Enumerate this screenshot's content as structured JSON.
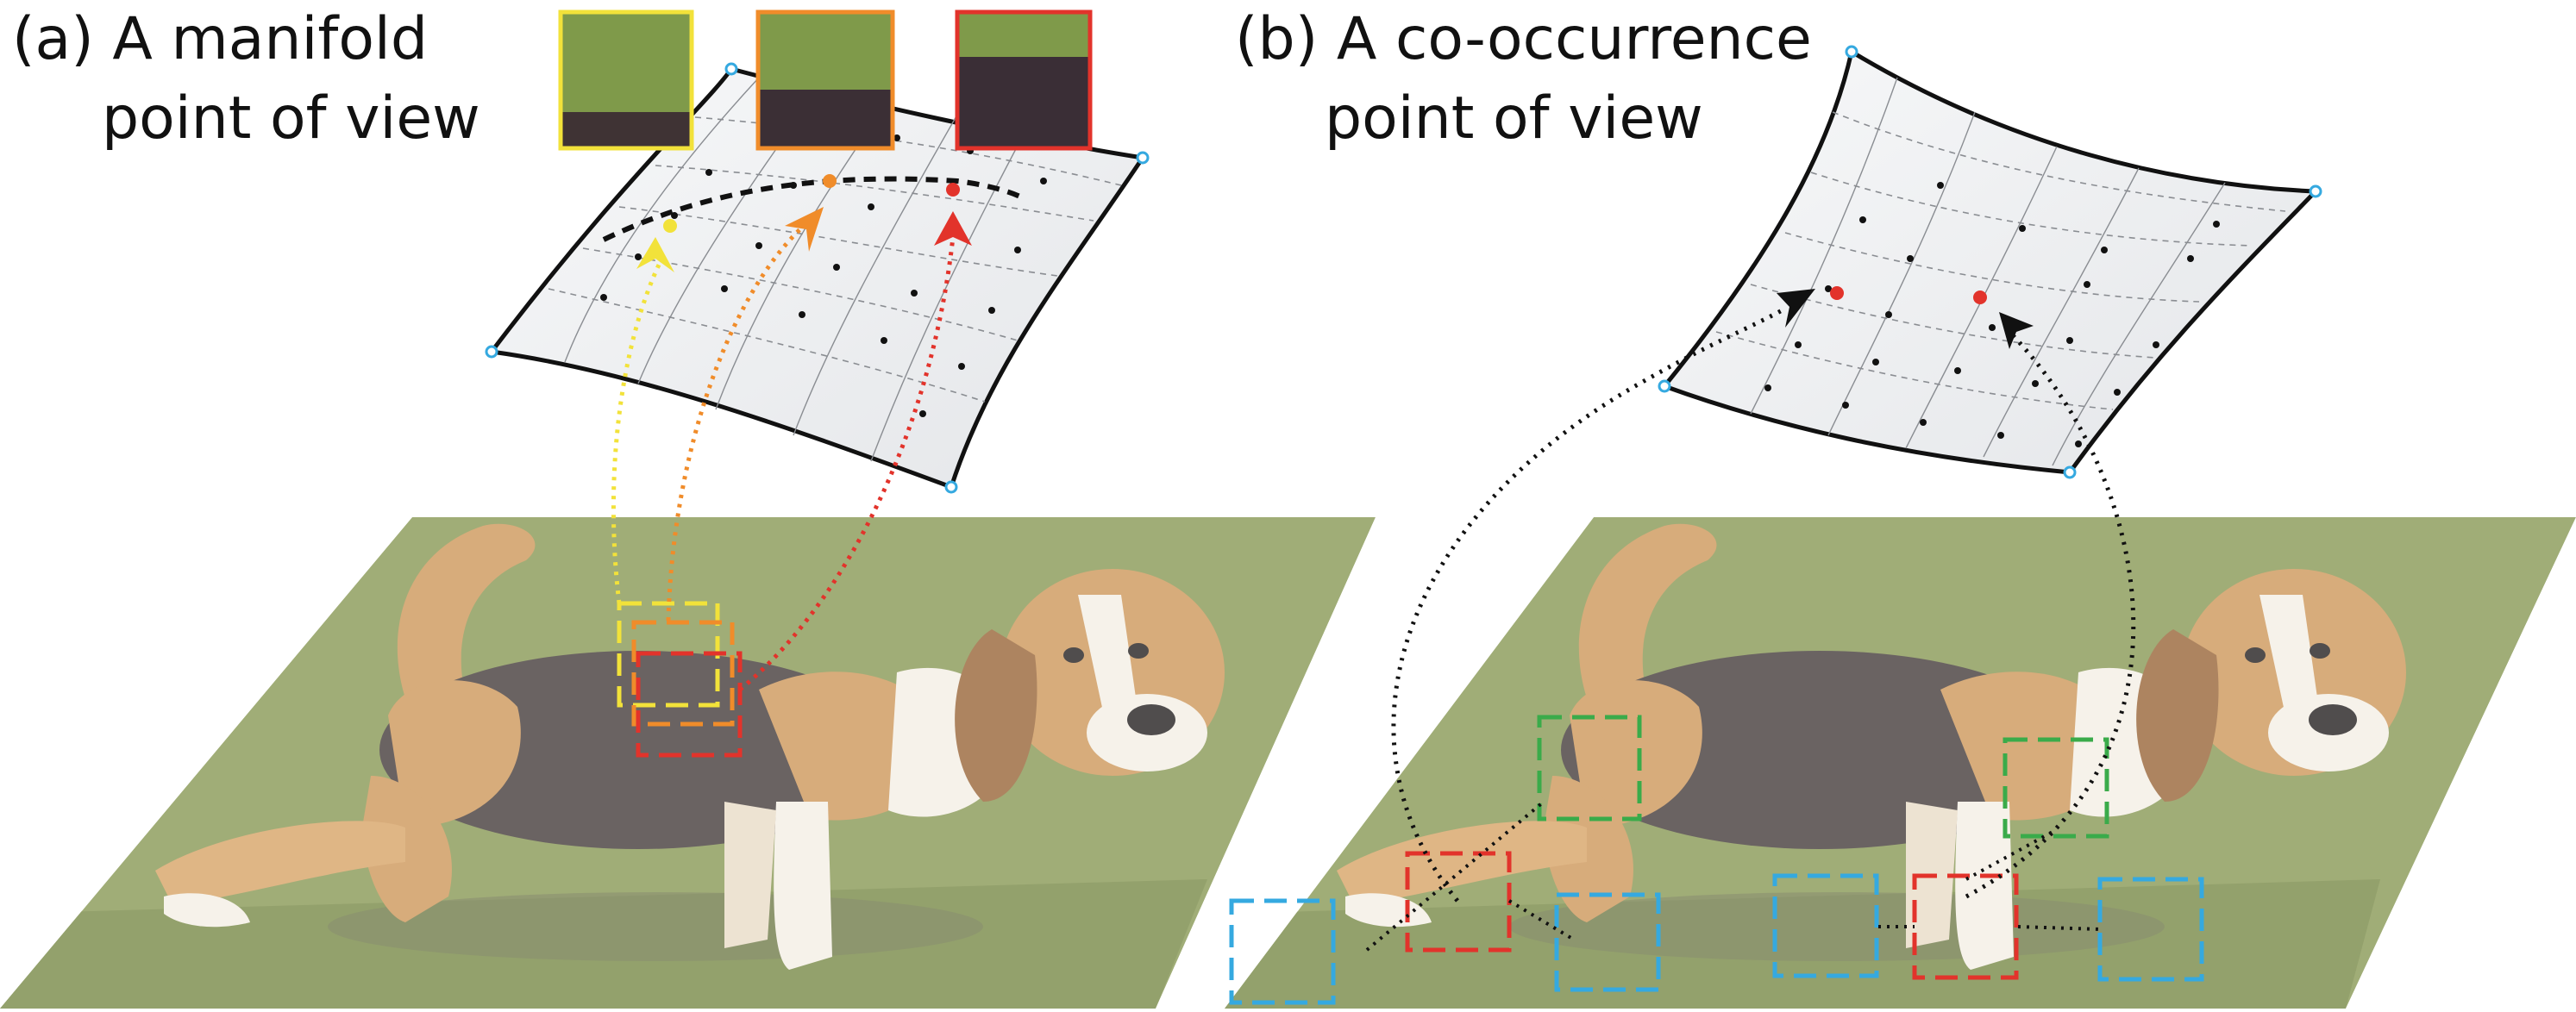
{
  "panels": [
    {
      "id": "a",
      "title_line1": "(a) A manifold",
      "title_line2": "point of view"
    },
    {
      "id": "b",
      "title_line1": "(b) A co-occurrence",
      "title_line2": "point of view"
    }
  ],
  "colors": {
    "yellow": "#f2e23a",
    "orange": "#f08c2a",
    "red": "#e2332b",
    "green": "#3aab4a",
    "blue": "#35a9e0",
    "black": "#111111",
    "manifold_fill": "#eeeff1",
    "grass": "#8a9a56",
    "dog_tan": "#cf9a5e",
    "dog_dark": "#4a4140",
    "dog_white": "#f4efe6"
  },
  "icons": [
    "manifold-surface",
    "dog-photo",
    "patch-thumbnail",
    "arrow-icon"
  ]
}
